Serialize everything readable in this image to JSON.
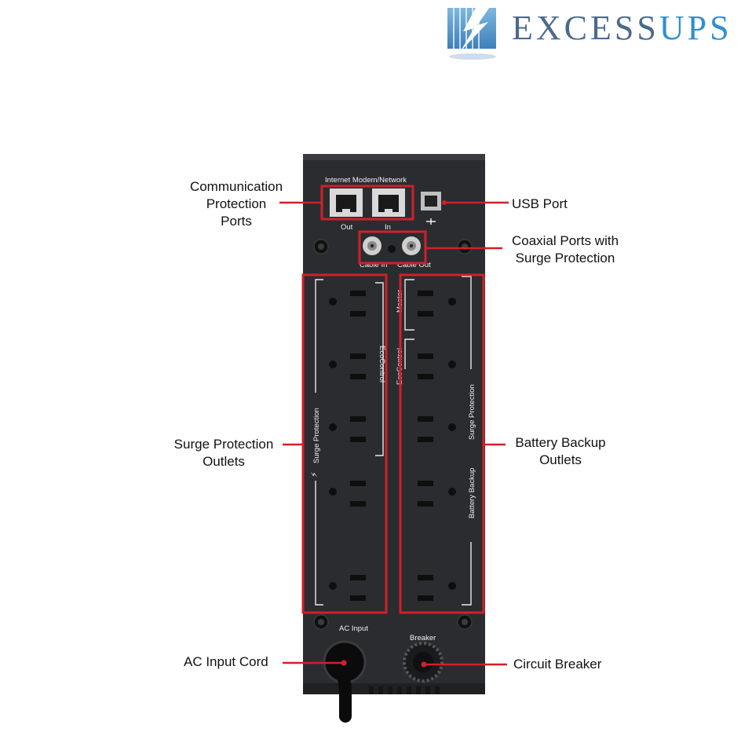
{
  "brand": {
    "name_part1": "EXCESS",
    "name_part2": "UPS",
    "colors": {
      "primary": "#2f8fcf",
      "secondary": "#4a6a8a"
    }
  },
  "device_labels": {
    "network_header": "Internet Modem/Network",
    "port_out": "Out",
    "port_in": "In",
    "cable_in": "Cable In",
    "cable_out": "Cable Out",
    "master": "Master",
    "eco_control": "EcoControl",
    "surge_protection": "Surge Protection",
    "battery_backup": "Battery Backup",
    "ac_input": "AC Input",
    "breaker": "Breaker"
  },
  "callouts": {
    "communication_line1": "Communication",
    "communication_line2": "Protection",
    "communication_line3": "Ports",
    "usb_port": "USB Port",
    "coaxial_line1": "Coaxial Ports with",
    "coaxial_line2": "Surge Protection",
    "surge_line1": "Surge Protection",
    "surge_line2": "Outlets",
    "battery_line1": "Battery Backup",
    "battery_line2": "Outlets",
    "ac_input_cord": "AC Input Cord",
    "circuit_breaker": "Circuit Breaker"
  },
  "colors": {
    "highlight": "#d0202a",
    "device": "#2b2c2f",
    "device_edge": "#3a3b3f"
  }
}
